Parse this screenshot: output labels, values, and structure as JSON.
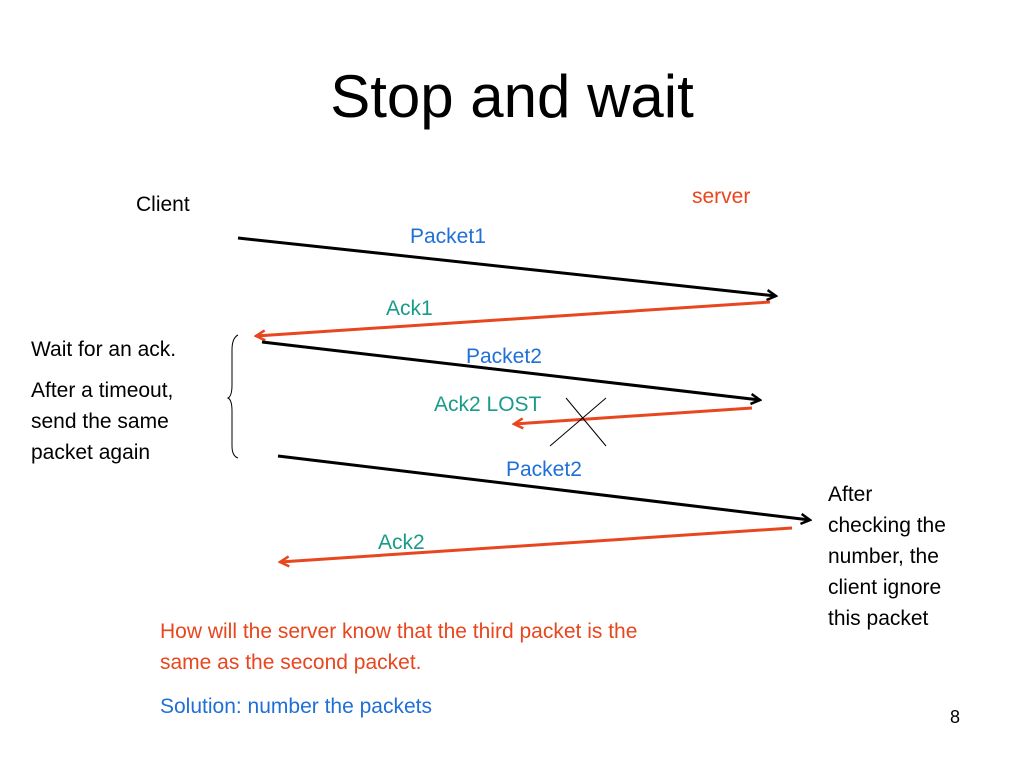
{
  "slide": {
    "title": "Stop and wait",
    "page_number": "8"
  },
  "parties": {
    "client": "Client",
    "server": "server"
  },
  "messages": {
    "packet1": "Packet1",
    "ack1": "Ack1",
    "packet2": "Packet2",
    "ack2_lost": "Ack2 LOST",
    "packet2_resend": "Packet2",
    "ack2": "Ack2"
  },
  "left_note": {
    "line1": "Wait for an ack.",
    "line2": "After a timeout,",
    "line3": "send the same",
    "line4": "packet again"
  },
  "right_note": {
    "line1": "After",
    "line2": "checking the",
    "line3": "number, the",
    "line4": "client ignore",
    "line5": "this packet"
  },
  "question": {
    "line1": "How will the server know that the third packet is the",
    "line2": "same as the second packet.",
    "solution": "Solution: number the packets"
  },
  "colors": {
    "packet_arrow": "#000000",
    "ack_arrow": "#e8461e",
    "packet_label": "#1f6fd6",
    "ack_label": "#1a9b8a",
    "server_label": "#e8461e",
    "question_text": "#e8461e",
    "solution_text": "#1f6fd6"
  }
}
